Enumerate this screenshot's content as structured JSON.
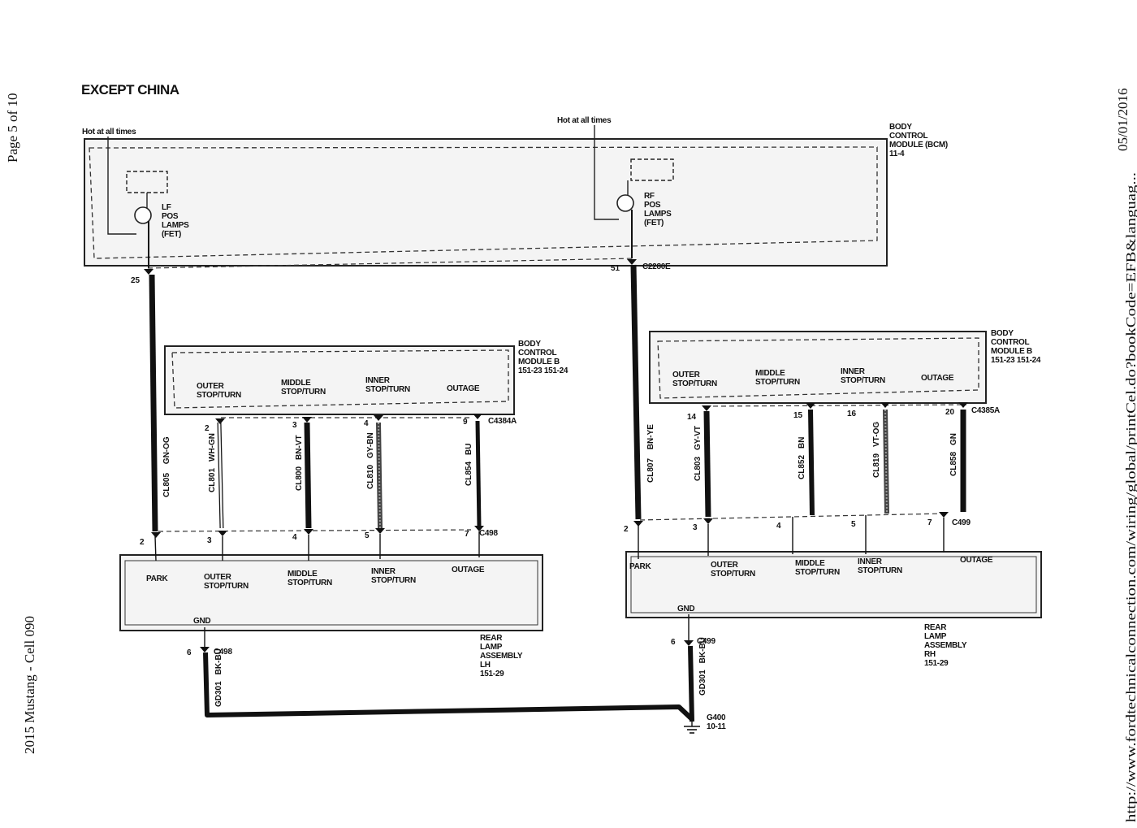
{
  "margin": {
    "page": "Page 5 of 10",
    "doc": "2015 Mustang - Cell 090",
    "date": "05/01/2016",
    "url": "http://www.fordtechnicalconnection.com/wiring/global/printCel.do?bookCode=EFB&languag..."
  },
  "title": "EXCEPT CHINA",
  "hot_left": "Hot at all times",
  "hot_right": "Hot at all times",
  "bcm": {
    "lines": [
      "BODY",
      "CONTROL",
      "MODULE (BCM)",
      "11-4"
    ]
  },
  "lf_fet": {
    "lines": [
      "LF",
      "POS",
      "LAMPS",
      "(FET)"
    ]
  },
  "rf_fet": {
    "lines": [
      "RF",
      "POS",
      "LAMPS",
      "(FET)"
    ]
  },
  "c2280e": "C2280E",
  "pin_25": "25",
  "pin_51": "51",
  "bcmb_left": {
    "lines": [
      "BODY",
      "CONTROL",
      "MODULE B",
      "151-23   151-24"
    ]
  },
  "bcmb_right": {
    "lines": [
      "BODY",
      "CONTROL",
      "MODULE B",
      "151-23   151-24"
    ]
  },
  "left_group": {
    "connector_top": "C4384A",
    "connector_bottom": "C498",
    "gnd_connector": "C498",
    "gnd_pin": "6",
    "gnd_label": "GND",
    "module": {
      "lines": [
        "REAR",
        "LAMP",
        "ASSEMBLY",
        "LH",
        "151-29"
      ]
    },
    "gnd_wire": {
      "circuit": "GD301",
      "color": "BK-BU"
    },
    "park": {
      "label": "PARK",
      "circuit": "CL805",
      "color": "GN-OG",
      "pin_bottom": "2"
    },
    "signals": [
      {
        "top": [
          "OUTER",
          "STOP/TURN"
        ],
        "bottom": [
          "OUTER",
          "STOP/TURN"
        ],
        "pin_top": "2",
        "pin_bottom": "3",
        "circuit": "CL801",
        "color": "WH-GN"
      },
      {
        "top": [
          "MIDDLE",
          "STOP/TURN"
        ],
        "bottom": [
          "MIDDLE",
          "STOP/TURN"
        ],
        "pin_top": "3",
        "pin_bottom": "4",
        "circuit": "CL800",
        "color": "BN-VT"
      },
      {
        "top": [
          "INNER",
          "STOP/TURN"
        ],
        "bottom": [
          "INNER",
          "STOP/TURN"
        ],
        "pin_top": "4",
        "pin_bottom": "5",
        "circuit": "CL810",
        "color": "GY-BN"
      },
      {
        "top": [
          "OUTAGE"
        ],
        "bottom": [
          "OUTAGE"
        ],
        "pin_top": "9",
        "pin_bottom": "7",
        "circuit": "CL854",
        "color": "BU"
      }
    ]
  },
  "right_group": {
    "connector_top": "C4385A",
    "connector_bottom": "C499",
    "gnd_connector": "C499",
    "gnd_pin": "6",
    "gnd_label": "GND",
    "module": {
      "lines": [
        "REAR",
        "LAMP",
        "ASSEMBLY",
        "RH",
        "151-29"
      ]
    },
    "gnd_wire": {
      "circuit": "GD301",
      "color": "BK-BU"
    },
    "park": {
      "label": "PARK",
      "circuit": "CL807",
      "color": "BN-YE",
      "pin_bottom": "2"
    },
    "signals": [
      {
        "top": [
          "OUTER",
          "STOP/TURN"
        ],
        "bottom": [
          "OUTER",
          "STOP/TURN"
        ],
        "pin_top": "14",
        "pin_bottom": "3",
        "circuit": "CL803",
        "color": "GY-VT"
      },
      {
        "top": [
          "MIDDLE",
          "STOP/TURN"
        ],
        "bottom": [
          "MIDDLE",
          "STOP/TURN"
        ],
        "pin_top": "15",
        "pin_bottom": "4",
        "circuit": "CL852",
        "color": "BN"
      },
      {
        "top": [
          "INNER",
          "STOP/TURN"
        ],
        "bottom": [
          "INNER",
          "STOP/TURN"
        ],
        "pin_top": "16",
        "pin_bottom": "5",
        "circuit": "CL819",
        "color": "VT-OG"
      },
      {
        "top": [
          "OUTAGE"
        ],
        "bottom": [
          "OUTAGE"
        ],
        "pin_top": "20",
        "pin_bottom": "7",
        "circuit": "CL858",
        "color": "GN"
      }
    ]
  },
  "ground": {
    "label": "G400",
    "ref": "10-11"
  }
}
